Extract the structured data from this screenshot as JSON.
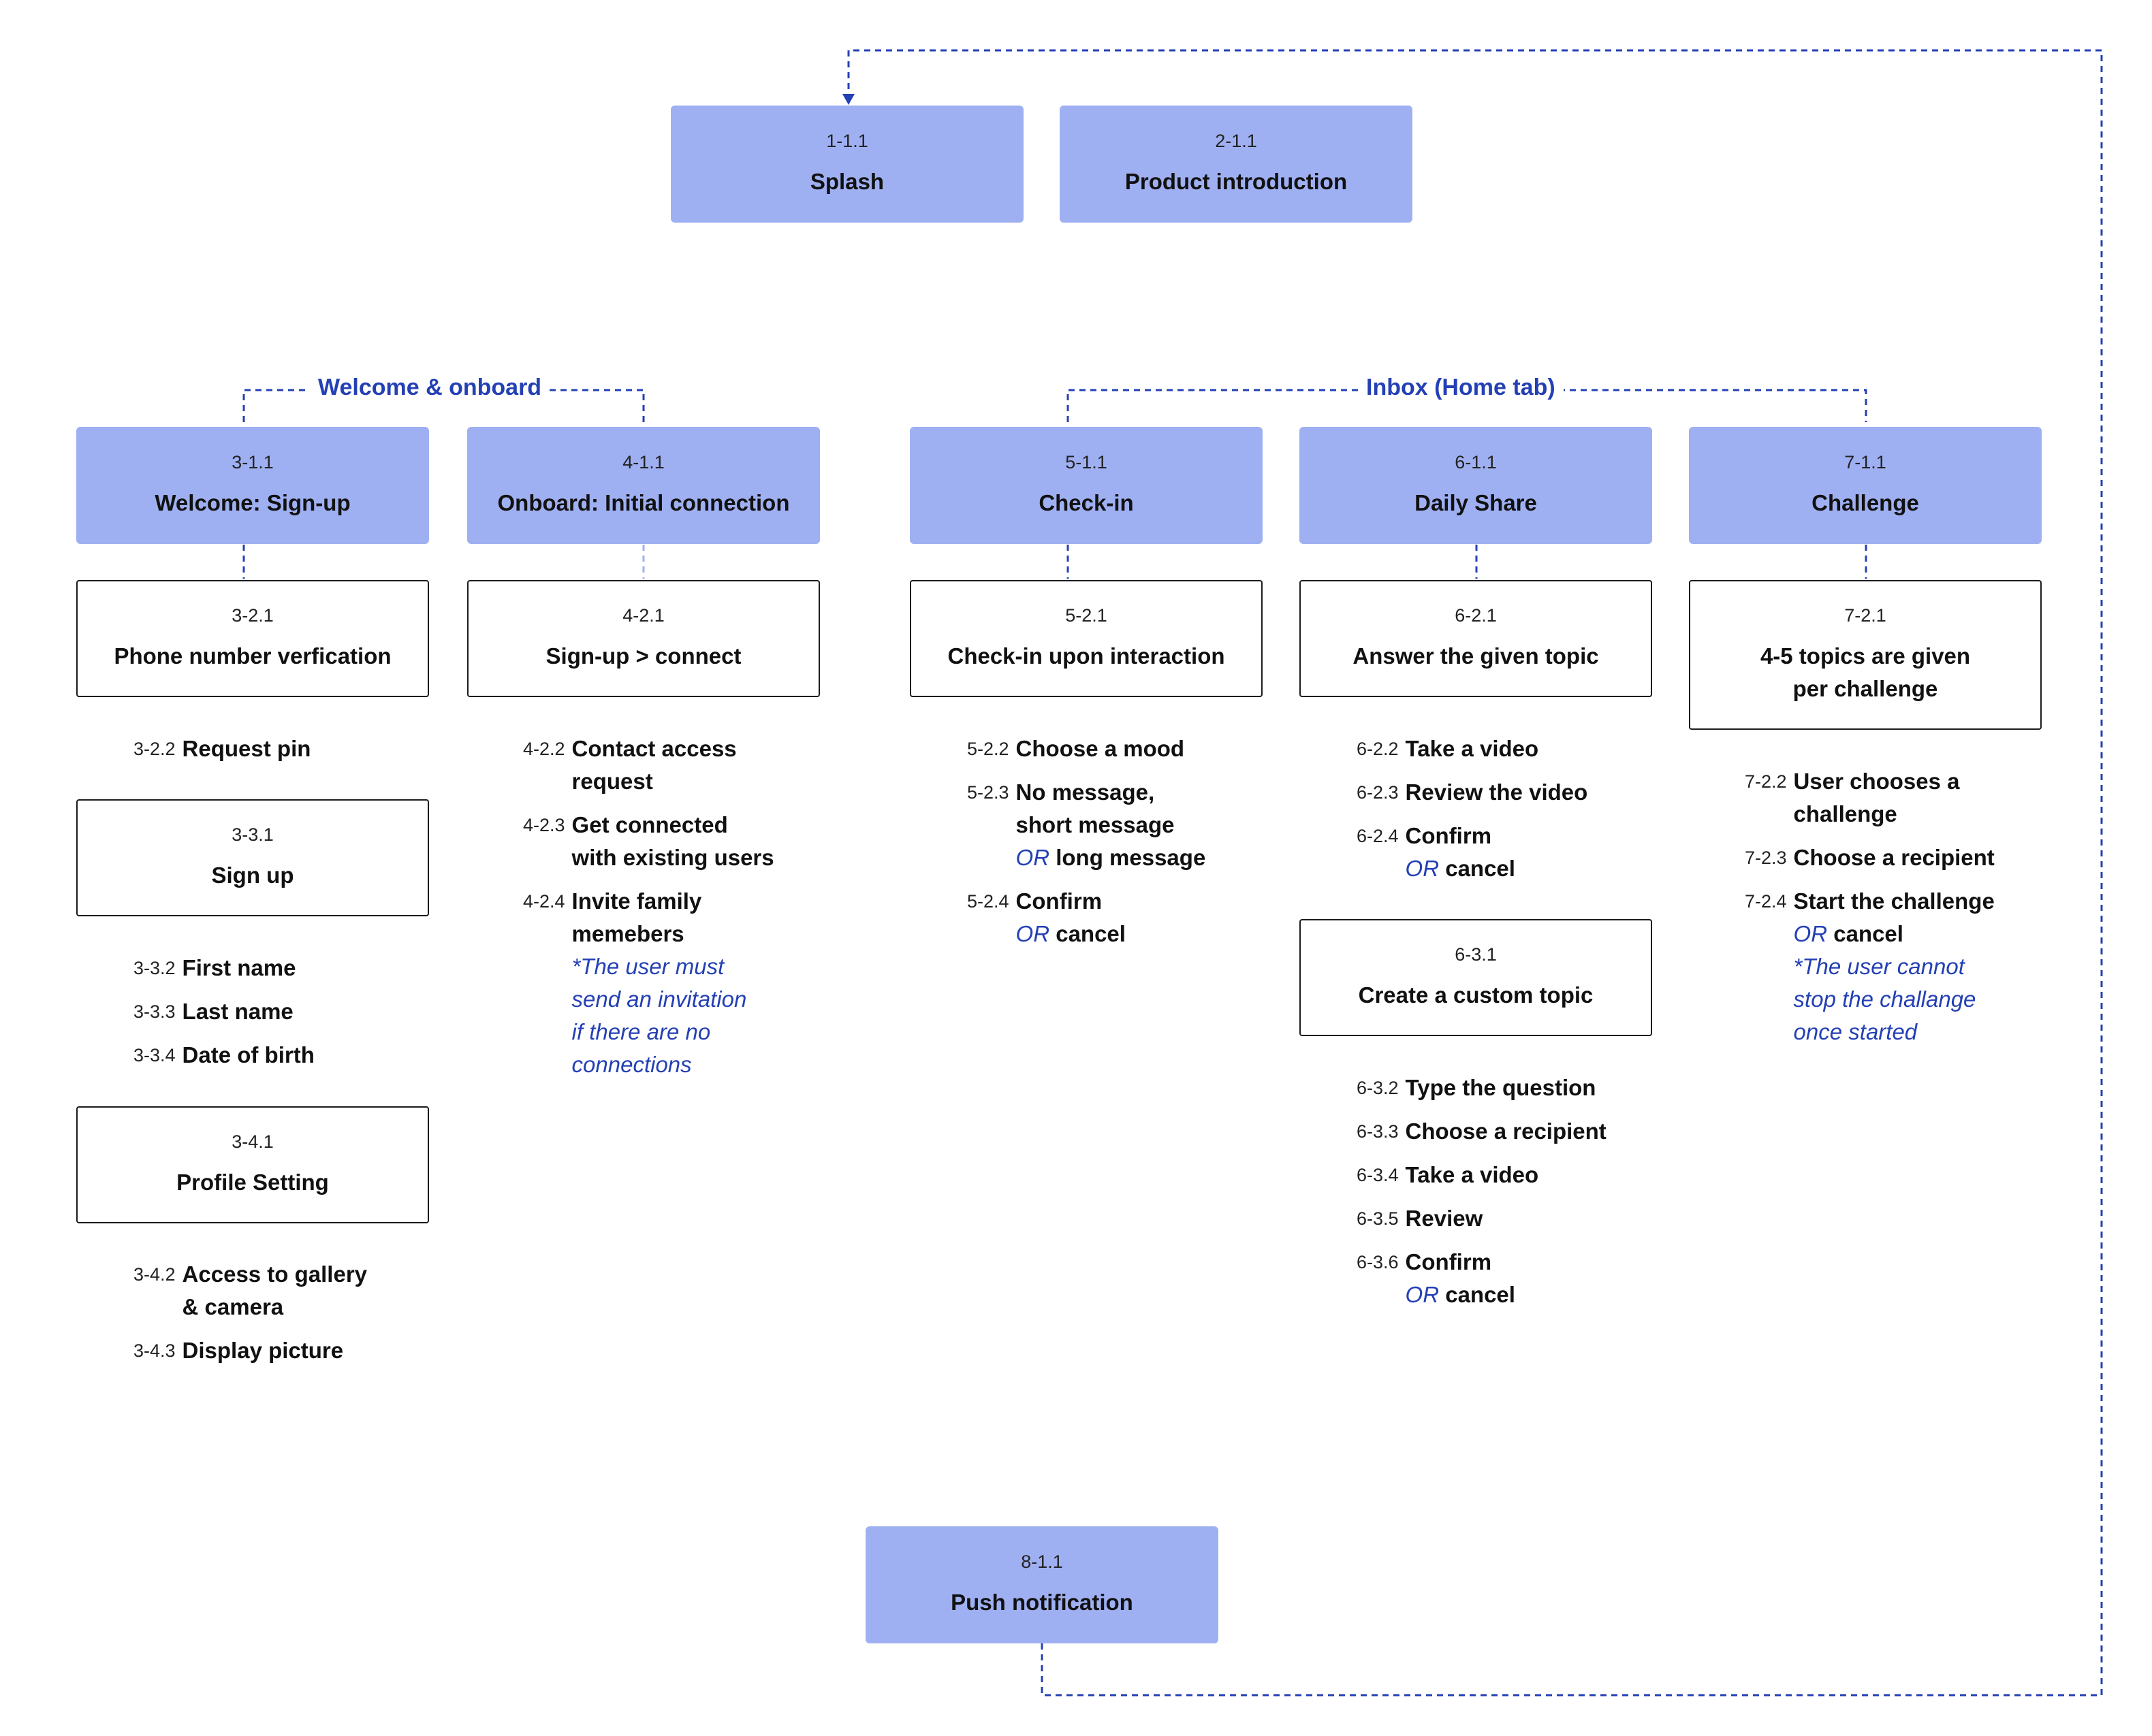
{
  "top": {
    "splash": {
      "code": "1-1.1",
      "title": "Splash"
    },
    "product_intro": {
      "code": "2-1.1",
      "title": "Product introduction"
    }
  },
  "groups": {
    "welcome": "Welcome & onboard",
    "inbox": "Inbox (Home tab)"
  },
  "col3": {
    "head": {
      "code": "3-1.1",
      "title": "Welcome: Sign-up"
    },
    "box_2": {
      "code": "3-2.1",
      "title": "Phone number verfication"
    },
    "steps_2": [
      {
        "num": "3-2.2",
        "text": "Request pin"
      }
    ],
    "box_3": {
      "code": "3-3.1",
      "title": "Sign up"
    },
    "steps_3": [
      {
        "num": "3-3.2",
        "text": "First name"
      },
      {
        "num": "3-3.3",
        "text": "Last name"
      },
      {
        "num": "3-3.4",
        "text": "Date of birth"
      }
    ],
    "box_4": {
      "code": "3-4.1",
      "title": "Profile Setting"
    },
    "steps_4": [
      {
        "num": "3-4.2",
        "line1": "Access to gallery",
        "line2": "& camera"
      },
      {
        "num": "3-4.3",
        "text": "Display picture"
      }
    ]
  },
  "col4": {
    "head": {
      "code": "4-1.1",
      "title": "Onboard: Initial connection"
    },
    "box_2": {
      "code": "4-2.1",
      "title": "Sign-up > connect"
    },
    "steps": [
      {
        "num": "4-2.2",
        "line1": "Contact access",
        "line2": "request"
      },
      {
        "num": "4-2.3",
        "line1": "Get connected",
        "line2": "with existing users"
      },
      {
        "num": "4-2.4",
        "line1": "Invite family",
        "line2": "memebers",
        "note": [
          "*The user must",
          "send an invitation",
          "if there are no",
          "connections"
        ]
      }
    ]
  },
  "col5": {
    "head": {
      "code": "5-1.1",
      "title": "Check-in"
    },
    "box_2": {
      "code": "5-2.1",
      "title": "Check-in upon interaction"
    },
    "steps": [
      {
        "num": "5-2.2",
        "text": "Choose a mood"
      },
      {
        "num": "5-2.3",
        "line1": "No message,",
        "line2": "short message",
        "or": "OR",
        "line3": "long message"
      },
      {
        "num": "5-2.4",
        "line1": "Confirm",
        "or": "OR",
        "line2": "cancel"
      }
    ]
  },
  "col6": {
    "head": {
      "code": "6-1.1",
      "title": "Daily Share"
    },
    "box_2": {
      "code": "6-2.1",
      "title": "Answer the given topic"
    },
    "steps_2": [
      {
        "num": "6-2.2",
        "text": "Take a video"
      },
      {
        "num": "6-2.3",
        "text": "Review the video"
      },
      {
        "num": "6-2.4",
        "line1": "Confirm",
        "or": "OR",
        "line2": "cancel"
      }
    ],
    "box_3": {
      "code": "6-3.1",
      "title": "Create a custom topic"
    },
    "steps_3": [
      {
        "num": "6-3.2",
        "text": "Type the question"
      },
      {
        "num": "6-3.3",
        "text": "Choose a recipient"
      },
      {
        "num": "6-3.4",
        "text": "Take a video"
      },
      {
        "num": "6-3.5",
        "text": "Review"
      },
      {
        "num": "6-3.6",
        "line1": "Confirm",
        "or": "OR",
        "line2": "cancel"
      }
    ]
  },
  "col7": {
    "head": {
      "code": "7-1.1",
      "title": "Challenge"
    },
    "box_2": {
      "code": "7-2.1",
      "line1": "4-5 topics are given",
      "line2": "per challenge"
    },
    "steps": [
      {
        "num": "7-2.2",
        "line1": "User chooses a",
        "line2": "challenge"
      },
      {
        "num": "7-2.3",
        "text": "Choose a recipient"
      },
      {
        "num": "7-2.4",
        "line1": "Start the challenge",
        "or": "OR",
        "line2": "cancel",
        "note": [
          "*The user cannot",
          "stop the challange",
          "once started"
        ]
      }
    ]
  },
  "bottom": {
    "push": {
      "code": "8-1.1",
      "title": "Push notification"
    }
  },
  "colors": {
    "primary_box": "#9fb0f2",
    "accent": "#2440b5",
    "connector": "#2440b5"
  }
}
